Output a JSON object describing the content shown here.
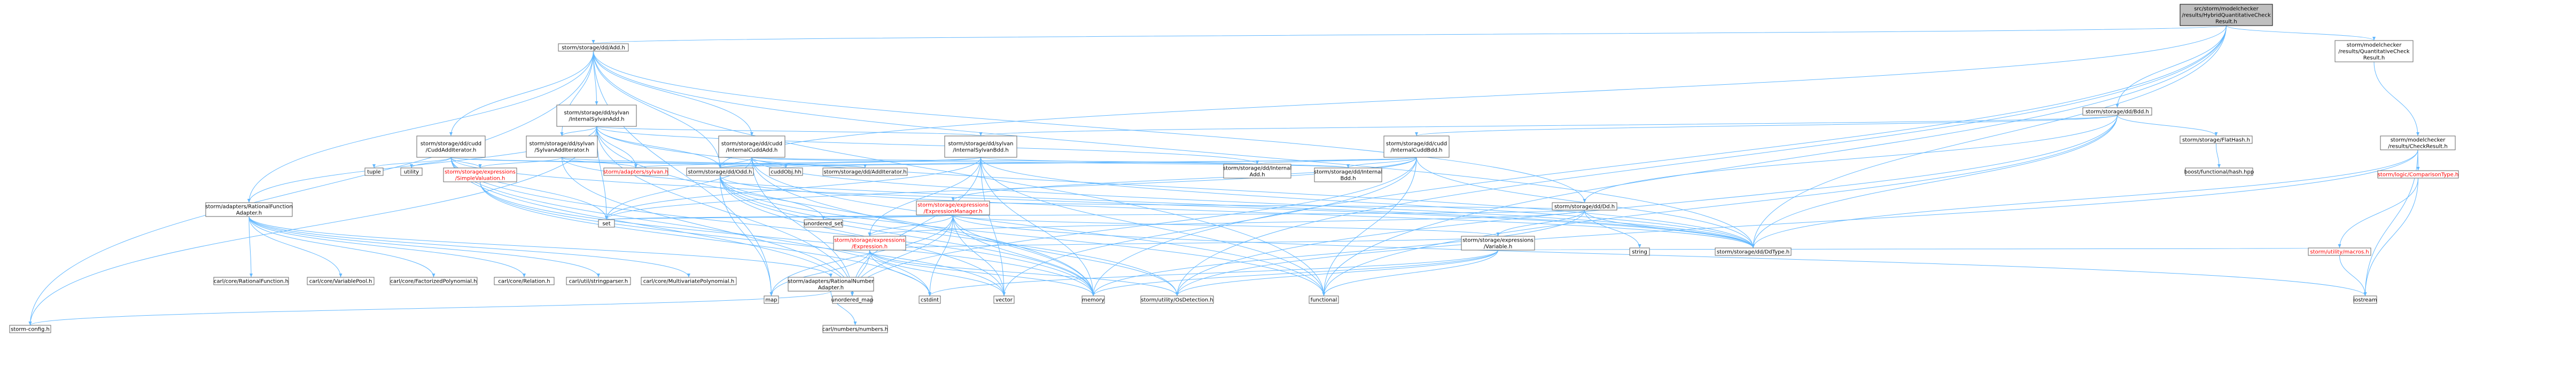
{
  "colors": {
    "edge": "#63b8ff",
    "node_border": "#666666",
    "root_fill": "#bfbfbf",
    "node_fill": "#ffffff",
    "red_text": "#ff0000"
  },
  "nodes": [
    {
      "id": "root",
      "label": [
        "src/storm/modelchecker",
        "/results/HybridQuantitativeCheck",
        "Result.h"
      ],
      "style": "root"
    },
    {
      "id": "add",
      "label": [
        "storm/storage/dd/Add.h"
      ],
      "style": "normal"
    },
    {
      "id": "bdd",
      "label": [
        "storm/storage/dd/Bdd.h"
      ],
      "style": "normal"
    },
    {
      "id": "qcr",
      "label": [
        "storm/modelchecker",
        "/results/QuantitativeCheck",
        "Result.h"
      ],
      "style": "normal"
    },
    {
      "id": "sylvanadd",
      "label": [
        "storm/storage/dd/sylvan",
        "/InternalSylvanAdd.h"
      ],
      "style": "normal"
    },
    {
      "id": "cuddadditer",
      "label": [
        "storm/storage/dd/cudd",
        "/CuddAddIterator.h"
      ],
      "style": "normal"
    },
    {
      "id": "sylvanadditer",
      "label": [
        "storm/storage/dd/sylvan",
        "/SylvanAddIterator.h"
      ],
      "style": "normal"
    },
    {
      "id": "cuddadd",
      "label": [
        "storm/storage/dd/cudd",
        "/InternalCuddAdd.h"
      ],
      "style": "normal"
    },
    {
      "id": "sylvanbdd",
      "label": [
        "storm/storage/dd/sylvan",
        "/InternalSylvanBdd.h"
      ],
      "style": "normal"
    },
    {
      "id": "cuddbdd",
      "label": [
        "storm/storage/dd/cudd",
        "/InternalCuddBdd.h"
      ],
      "style": "normal"
    },
    {
      "id": "flathash",
      "label": [
        "storm/storage/FlatHash.h"
      ],
      "style": "normal"
    },
    {
      "id": "checkresult",
      "label": [
        "storm/modelchecker",
        "/results/CheckResult.h"
      ],
      "style": "normal"
    },
    {
      "id": "tuple",
      "label": [
        "tuple"
      ],
      "style": "normal"
    },
    {
      "id": "utility",
      "label": [
        "utility"
      ],
      "style": "normal"
    },
    {
      "id": "simpleval",
      "label": [
        "storm/storage/expressions",
        "/SimpleValuation.h"
      ],
      "style": "red"
    },
    {
      "id": "sylvanh",
      "label": [
        "storm/adapters/sylvan.h"
      ],
      "style": "red"
    },
    {
      "id": "odd",
      "label": [
        "storm/storage/dd/Odd.h"
      ],
      "style": "normal"
    },
    {
      "id": "cuddobj",
      "label": [
        "cuddObj.hh"
      ],
      "style": "normal"
    },
    {
      "id": "additerator",
      "label": [
        "storm/storage/dd/AddIterator.h"
      ],
      "style": "normal"
    },
    {
      "id": "intadd",
      "label": [
        "storm/storage/dd/Internal",
        "Add.h"
      ],
      "style": "normal"
    },
    {
      "id": "intbdd",
      "label": [
        "storm/storage/dd/Internal",
        "Bdd.h"
      ],
      "style": "normal"
    },
    {
      "id": "boostflat",
      "label": [
        "boost/functional/hash.hpp"
      ],
      "style": "normal"
    },
    {
      "id": "logic",
      "label": [
        "storm/logic/ComparisonType.h"
      ],
      "style": "red"
    },
    {
      "id": "ratfunc",
      "label": [
        "storm/adapters/RationalFunction",
        "Adapter.h"
      ],
      "style": "normal"
    },
    {
      "id": "exprmgr",
      "label": [
        "storm/storage/expressions",
        "/ExpressionManager.h"
      ],
      "style": "red"
    },
    {
      "id": "dd",
      "label": [
        "storm/storage/dd/Dd.h"
      ],
      "style": "normal"
    },
    {
      "id": "set",
      "label": [
        "set"
      ],
      "style": "normal"
    },
    {
      "id": "unordered_set",
      "label": [
        "unordered_set"
      ],
      "style": "normal"
    },
    {
      "id": "expression",
      "label": [
        "storm/storage/expressions",
        "/Expression.h"
      ],
      "style": "red"
    },
    {
      "id": "variable",
      "label": [
        "storm/storage/expressions",
        "/Variable.h"
      ],
      "style": "normal"
    },
    {
      "id": "string",
      "label": [
        "string"
      ],
      "style": "normal"
    },
    {
      "id": "ddtype",
      "label": [
        "storm/storage/dd/DdType.h"
      ],
      "style": "normal"
    },
    {
      "id": "macros",
      "label": [
        "storm/utility/macros.h"
      ],
      "style": "red"
    },
    {
      "id": "c_ratfunc",
      "label": [
        "carl/core/RationalFunction.h"
      ],
      "style": "normal"
    },
    {
      "id": "c_varpool",
      "label": [
        "carl/core/VariablePool.h"
      ],
      "style": "normal"
    },
    {
      "id": "c_factpoly",
      "label": [
        "carl/core/FactorizedPolynomial.h"
      ],
      "style": "normal"
    },
    {
      "id": "c_relation",
      "label": [
        "carl/core/Relation.h"
      ],
      "style": "normal"
    },
    {
      "id": "c_strparser",
      "label": [
        "carl/util/stringparser.h"
      ],
      "style": "normal"
    },
    {
      "id": "c_multipoly",
      "label": [
        "carl/core/MultivariatePolynomial.h"
      ],
      "style": "normal"
    },
    {
      "id": "ratnum",
      "label": [
        "storm/adapters/RationalNumber",
        "Adapter.h"
      ],
      "style": "normal"
    },
    {
      "id": "map",
      "label": [
        "map"
      ],
      "style": "normal"
    },
    {
      "id": "unordered_map",
      "label": [
        "unordered_map"
      ],
      "style": "normal"
    },
    {
      "id": "cstdint",
      "label": [
        "cstdint"
      ],
      "style": "normal"
    },
    {
      "id": "vector",
      "label": [
        "vector"
      ],
      "style": "normal"
    },
    {
      "id": "memory",
      "label": [
        "memory"
      ],
      "style": "normal"
    },
    {
      "id": "osdetect",
      "label": [
        "storm/utility/OsDetection.h"
      ],
      "style": "normal"
    },
    {
      "id": "functional",
      "label": [
        "functional"
      ],
      "style": "normal"
    },
    {
      "id": "iostream",
      "label": [
        "iostream"
      ],
      "style": "normal"
    },
    {
      "id": "config",
      "label": [
        "storm-config.h"
      ],
      "style": "normal"
    },
    {
      "id": "c_numbers",
      "label": [
        "carl/numbers/numbers.h"
      ],
      "style": "normal"
    }
  ],
  "edges": [
    [
      "root",
      "add"
    ],
    [
      "root",
      "bdd"
    ],
    [
      "root",
      "qcr"
    ],
    [
      "root",
      "odd"
    ],
    [
      "root",
      "ddtype"
    ],
    [
      "root",
      "functional"
    ],
    [
      "root",
      "memory"
    ],
    [
      "root",
      "osdetect"
    ],
    [
      "add",
      "sylvanadd"
    ],
    [
      "add",
      "cuddadditer"
    ],
    [
      "add",
      "sylvanadditer"
    ],
    [
      "add",
      "cuddadd"
    ],
    [
      "add",
      "odd"
    ],
    [
      "add",
      "ddtype"
    ],
    [
      "add",
      "dd"
    ],
    [
      "add",
      "config"
    ],
    [
      "add",
      "ratfunc"
    ],
    [
      "add",
      "map"
    ],
    [
      "add",
      "functional"
    ],
    [
      "bdd",
      "cuddbdd"
    ],
    [
      "bdd",
      "sylvanbdd"
    ],
    [
      "bdd",
      "dd"
    ],
    [
      "bdd",
      "flathash"
    ],
    [
      "bdd",
      "ddtype"
    ],
    [
      "bdd",
      "osdetect"
    ],
    [
      "bdd",
      "functional"
    ],
    [
      "qcr",
      "checkresult"
    ],
    [
      "checkresult",
      "ddtype"
    ],
    [
      "checkresult",
      "logic"
    ],
    [
      "checkresult",
      "osdetect"
    ],
    [
      "checkresult",
      "iostream"
    ],
    [
      "flathash",
      "boostflat"
    ],
    [
      "logic",
      "macros"
    ],
    [
      "logic",
      "iostream"
    ],
    [
      "macros",
      "iostream"
    ],
    [
      "sylvanadd",
      "sylvanadditer"
    ],
    [
      "sylvanadd",
      "sylvanbdd"
    ],
    [
      "sylvanadd",
      "set"
    ],
    [
      "sylvanadd",
      "unordered_map"
    ],
    [
      "sylvanadd",
      "odd"
    ],
    [
      "sylvanadd",
      "ddtype"
    ],
    [
      "sylvanadd",
      "intadd"
    ],
    [
      "sylvanadd",
      "ratfunc"
    ],
    [
      "sylvanadd",
      "memory"
    ],
    [
      "sylvanadd",
      "config"
    ],
    [
      "sylvanadd",
      "sylvanh"
    ],
    [
      "cuddadditer",
      "simpleval"
    ],
    [
      "cuddadditer",
      "set"
    ],
    [
      "cuddadditer",
      "tuple"
    ],
    [
      "cuddadditer",
      "utility"
    ],
    [
      "cuddadditer",
      "cuddobj"
    ],
    [
      "cuddadditer",
      "additerator"
    ],
    [
      "cuddadditer",
      "ddtype"
    ],
    [
      "cuddadditer",
      "cstdint"
    ],
    [
      "cuddadditer",
      "unordered_map"
    ],
    [
      "cuddadditer",
      "memory"
    ],
    [
      "sylvanadditer",
      "simpleval"
    ],
    [
      "sylvanadditer",
      "sylvanh"
    ],
    [
      "sylvanadditer",
      "additerator"
    ],
    [
      "sylvanadditer",
      "ddtype"
    ],
    [
      "sylvanadditer",
      "unordered_map"
    ],
    [
      "cuddadd",
      "set"
    ],
    [
      "cuddadd",
      "unordered_map"
    ],
    [
      "cuddadd",
      "odd"
    ],
    [
      "cuddadd",
      "cuddobj"
    ],
    [
      "cuddadd",
      "ddtype"
    ],
    [
      "cuddadd",
      "intadd"
    ],
    [
      "cuddadd",
      "intbdd"
    ],
    [
      "cuddadd",
      "functional"
    ],
    [
      "cuddadd",
      "memory"
    ],
    [
      "sylvanbdd",
      "set"
    ],
    [
      "sylvanbdd",
      "unordered_map"
    ],
    [
      "sylvanbdd",
      "vector"
    ],
    [
      "sylvanbdd",
      "functional"
    ],
    [
      "sylvanbdd",
      "ddtype"
    ],
    [
      "sylvanbdd",
      "intbdd"
    ],
    [
      "sylvanbdd",
      "sylvanh"
    ],
    [
      "sylvanbdd",
      "odd"
    ],
    [
      "sylvanbdd",
      "memory"
    ],
    [
      "sylvanbdd",
      "expression"
    ],
    [
      "cuddbdd",
      "set"
    ],
    [
      "cuddbdd",
      "unordered_map"
    ],
    [
      "cuddbdd",
      "vector"
    ],
    [
      "cuddbdd",
      "functional"
    ],
    [
      "cuddbdd",
      "cuddobj"
    ],
    [
      "cuddbdd",
      "ddtype"
    ],
    [
      "cuddbdd",
      "intadd"
    ],
    [
      "cuddbdd",
      "intbdd"
    ],
    [
      "cuddbdd",
      "exprmgr"
    ],
    [
      "cuddbdd",
      "odd"
    ],
    [
      "simpleval",
      "cstdint"
    ],
    [
      "simpleval",
      "vector"
    ],
    [
      "simpleval",
      "memory"
    ],
    [
      "odd",
      "vector"
    ],
    [
      "odd",
      "map"
    ],
    [
      "odd",
      "memory"
    ],
    [
      "odd",
      "unordered_set"
    ],
    [
      "odd",
      "osdetect"
    ],
    [
      "odd",
      "functional"
    ],
    [
      "odd",
      "ddtype"
    ],
    [
      "dd",
      "set"
    ],
    [
      "dd",
      "string"
    ],
    [
      "dd",
      "ddtype"
    ],
    [
      "dd",
      "variable"
    ],
    [
      "dd",
      "memory"
    ],
    [
      "dd",
      "expression"
    ],
    [
      "dd",
      "exprmgr"
    ],
    [
      "exprmgr",
      "set"
    ],
    [
      "exprmgr",
      "unordered_set"
    ],
    [
      "exprmgr",
      "unordered_map"
    ],
    [
      "exprmgr",
      "map"
    ],
    [
      "exprmgr",
      "cstdint"
    ],
    [
      "exprmgr",
      "vector"
    ],
    [
      "exprmgr",
      "memory"
    ],
    [
      "exprmgr",
      "expression"
    ],
    [
      "exprmgr",
      "variable"
    ],
    [
      "exprmgr",
      "iostream"
    ],
    [
      "exprmgr",
      "osdetect"
    ],
    [
      "expression",
      "map"
    ],
    [
      "expression",
      "unordered_map"
    ],
    [
      "expression",
      "vector"
    ],
    [
      "expression",
      "memory"
    ],
    [
      "expression",
      "variable"
    ],
    [
      "expression",
      "osdetect"
    ],
    [
      "expression",
      "cstdint"
    ],
    [
      "variable",
      "memory"
    ],
    [
      "variable",
      "cstdint"
    ],
    [
      "variable",
      "functional"
    ],
    [
      "variable",
      "macros"
    ],
    [
      "variable",
      "osdetect"
    ],
    [
      "ratfunc",
      "c_ratfunc"
    ],
    [
      "ratfunc",
      "c_varpool"
    ],
    [
      "ratfunc",
      "c_factpoly"
    ],
    [
      "ratfunc",
      "c_relation"
    ],
    [
      "ratfunc",
      "c_strparser"
    ],
    [
      "ratfunc",
      "c_multipoly"
    ],
    [
      "ratfunc",
      "ratnum"
    ],
    [
      "ratnum",
      "config"
    ],
    [
      "ratnum",
      "c_numbers"
    ]
  ]
}
